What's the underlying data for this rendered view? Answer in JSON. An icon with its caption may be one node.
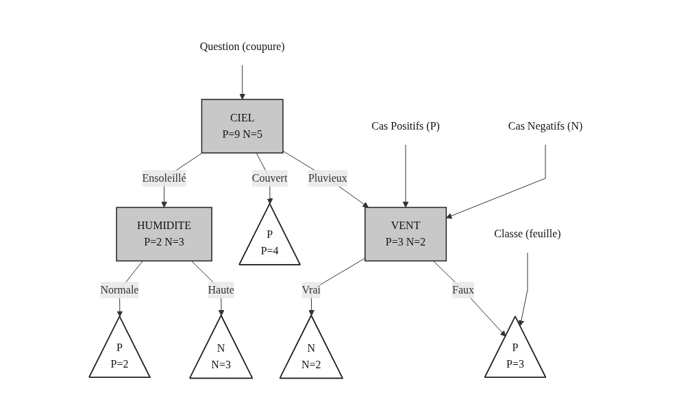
{
  "diagram": {
    "nodes": [
      {
        "text": [
          "CIEL",
          "P=9 N=5"
        ]
      },
      {
        "text": [
          "Question (coupure)"
        ]
      },
      {
        "text": [
          "HUMIDITE",
          "P=2 N=3"
        ]
      },
      {
        "text": [
          "P",
          "P=4"
        ]
      },
      {
        "text": [
          "VENT",
          "P=3 N=2"
        ]
      },
      {
        "text": [
          "Cas Positifs (P)"
        ]
      },
      {
        "text": [
          "Cas Negatifs (N)"
        ]
      },
      {
        "text": [
          "P",
          "P=2"
        ]
      },
      {
        "text": [
          "N",
          "N=3"
        ]
      },
      {
        "text": [
          "N",
          "N=2"
        ]
      },
      {
        "text": [
          "P",
          "P=3"
        ]
      },
      {
        "text": [
          "Classe (feuille)"
        ]
      }
    ],
    "edges": [
      {
        "from": 1,
        "to": 0,
        "arrow": "to"
      },
      {
        "from": 0,
        "to": 2,
        "arrow": "to",
        "label": "Ensoleillé"
      },
      {
        "from": 0,
        "to": 3,
        "arrow": "to",
        "label": "Couvert"
      },
      {
        "from": 0,
        "to": 4,
        "arrow": "to",
        "label": "Pluvieux"
      },
      {
        "from": 5,
        "to": 4,
        "arrow": "to"
      },
      {
        "from": 6,
        "to": 4,
        "arrow": "to"
      },
      {
        "from": 2,
        "to": 7,
        "arrow": "to",
        "label": "Normale"
      },
      {
        "from": 2,
        "to": 8,
        "arrow": "to",
        "label": "Haute"
      },
      {
        "from": 4,
        "to": 9,
        "arrow": "to",
        "label": "Vrai"
      },
      {
        "from": 4,
        "to": 10,
        "arrow": "to",
        "label": "Faux"
      },
      {
        "from": 11,
        "to": 10,
        "arrow": "to"
      }
    ]
  }
}
